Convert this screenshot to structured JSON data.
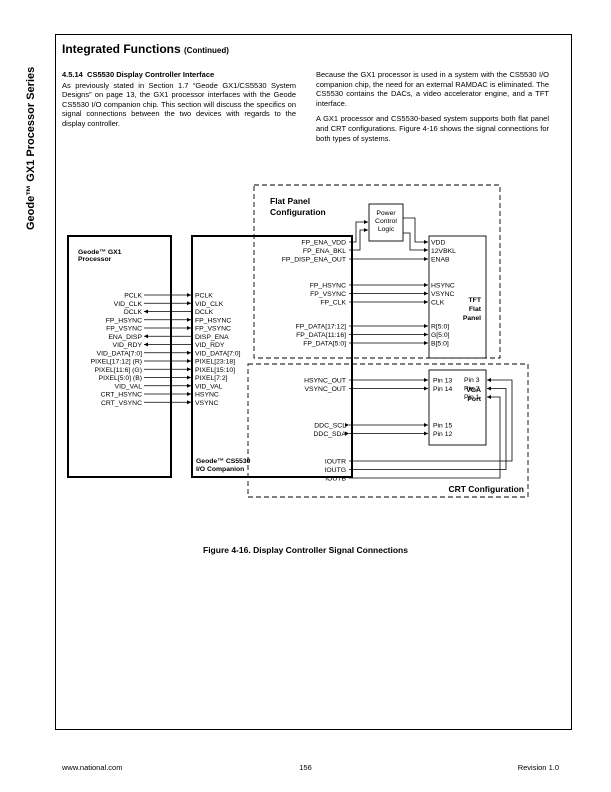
{
  "side_title": "Geode™ GX1 Processor Series",
  "header": {
    "title": "Integrated Functions",
    "continued": "(Continued)"
  },
  "section": {
    "number": "4.5.14",
    "title": "CS5530 Display Controller Interface",
    "para1": "As previously stated in Section 1.7 “Geode GX1/CS5530 System Designs” on page 13, the GX1 processor interfaces with the Geode CS5530 I/O companion chip. This section will discuss the specifics on signal connections between the two devices with regards to the display controller.",
    "para2": "Because the GX1 processor is used in a system with the CS5530 I/O companion chip, the need for an external RAMDAC is eliminated. The CS5530 contains the DACs, a video accelerator engine, and a TFT interface.",
    "para3": "A GX1 processor and CS5530-based system supports both flat panel and CRT configurations. Figure 4-16 shows the signal connections for both types of systems."
  },
  "diagram": {
    "flat_panel_title": [
      "Flat Panel",
      "Configuration"
    ],
    "power_logic": [
      "Power",
      "Control",
      "Logic"
    ],
    "gx1_title": [
      "Geode™ GX1",
      "Processor"
    ],
    "gx1_signals": [
      "PCLK",
      "VID_CLK",
      "DCLK",
      "FP_HSYNC",
      "FP_VSYNC",
      "ENA_DISP",
      "VID_RDY",
      "VID_DATA[7:0]",
      "PIXEL[17:12] (R)",
      "PIXEL[11:6] (G)",
      "PIXEL[5:0] (B)",
      "VID_VAL",
      "CRT_HSYNC",
      "CRT_VSYNC"
    ],
    "cs_left_signals": [
      "PCLK",
      "VID_CLK",
      "DCLK",
      "FP_HSYNC",
      "FP_VSYNC",
      "DISP_ENA",
      "VID_RDY",
      "VID_DATA[7:0]",
      "PIXEL[23:18]",
      "PIXEL[15:10]",
      "PIXEL[7:2]",
      "VID_VAL",
      "HSYNC",
      "VSYNC"
    ],
    "cs_title": [
      "Geode™ CS5530",
      "I/O Companion"
    ],
    "cs_fp_power": [
      "FP_ENA_VDD",
      "FP_ENA_BKL",
      "FP_DISP_ENA_OUT"
    ],
    "cs_fp_sync": [
      "FP_HSYNC",
      "FP_VSYNC",
      "FP_CLK"
    ],
    "cs_fp_data": [
      "FP_DATA[17:12]",
      "FP_DATA[11:16]",
      "FP_DATA[5:0]"
    ],
    "cs_crt_sync": [
      "HSYNC_OUT",
      "VSYNC_OUT"
    ],
    "cs_ddc": [
      "DDC_SCL",
      "DDC_SDA"
    ],
    "cs_iout": [
      "IOUTR",
      "IOUTG",
      "IOUTB"
    ],
    "tft_power": [
      "VDD",
      "12VBKL",
      "ENAB"
    ],
    "tft_sync": [
      "HSYNC",
      "VSYNC",
      "CLK"
    ],
    "tft_data": [
      "R[5:0]",
      "G[5:0]",
      "B[5:0]"
    ],
    "tft_title": [
      "TFT",
      "Flat",
      "Panel"
    ],
    "vga_left_pins": [
      "Pin 13",
      "Pin 14",
      "Pin 15",
      "Pin 12"
    ],
    "vga_right_pins": [
      "Pin 3",
      "Pin 2",
      "Pin 1"
    ],
    "vga_title": [
      "VGA",
      "Port"
    ],
    "crt_title": "CRT Configuration"
  },
  "caption": "Figure 4-16.  Display Controller Signal Connections",
  "footer": {
    "left": "www.national.com",
    "center": "156",
    "right": "Revision 1.0"
  }
}
